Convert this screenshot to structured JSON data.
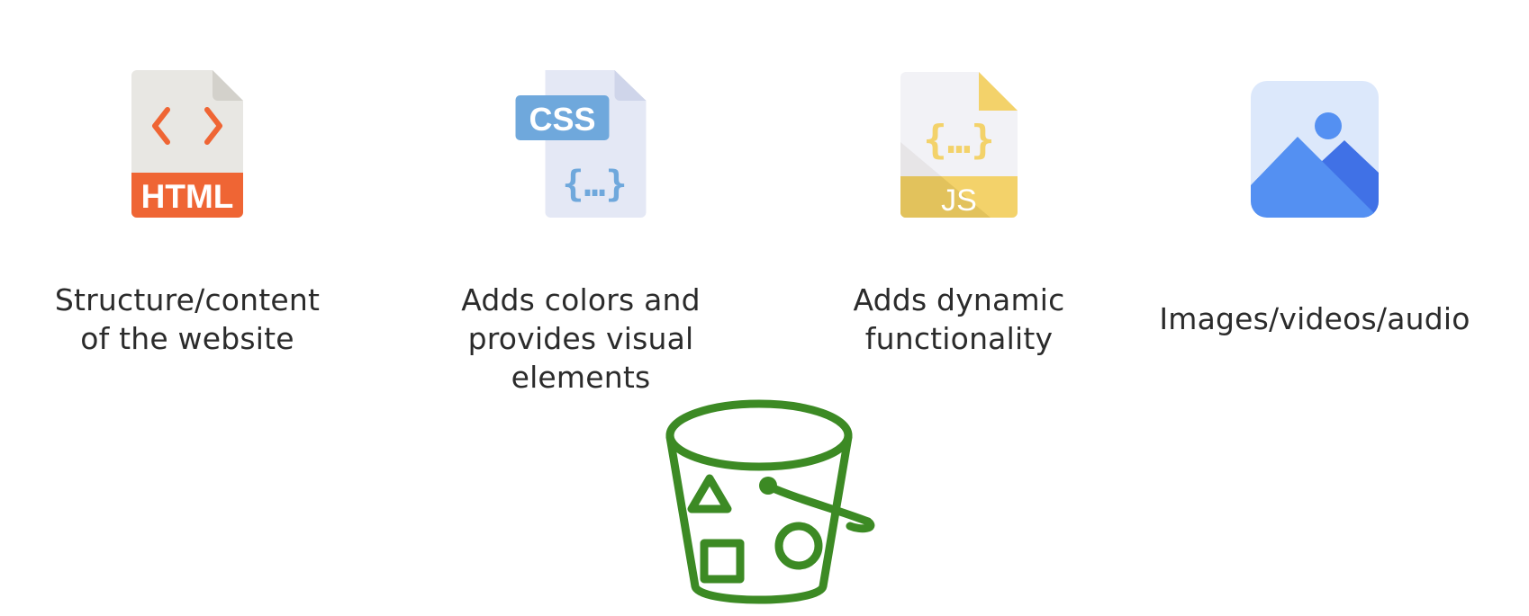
{
  "items": [
    {
      "icon": "html-file-icon",
      "label_lines": [
        "Structure/content",
        "of the website"
      ]
    },
    {
      "icon": "css-file-icon",
      "label_lines": [
        "Adds colors and",
        "provides visual",
        "elements"
      ]
    },
    {
      "icon": "js-file-icon",
      "label_lines": [
        "Adds dynamic",
        "functionality"
      ]
    },
    {
      "icon": "image-icon",
      "label_lines": [
        "Images/videos/audio"
      ]
    }
  ],
  "html_icon": {
    "badge_text": "HTML",
    "color": "#ef6534"
  },
  "css_icon": {
    "badge_text": "CSS",
    "color": "#6fa8dc"
  },
  "js_icon": {
    "badge_text": "JS",
    "color": "#f3d26a"
  },
  "bucket": {
    "icon": "storage-bucket-icon",
    "color": "#3c8a24"
  }
}
